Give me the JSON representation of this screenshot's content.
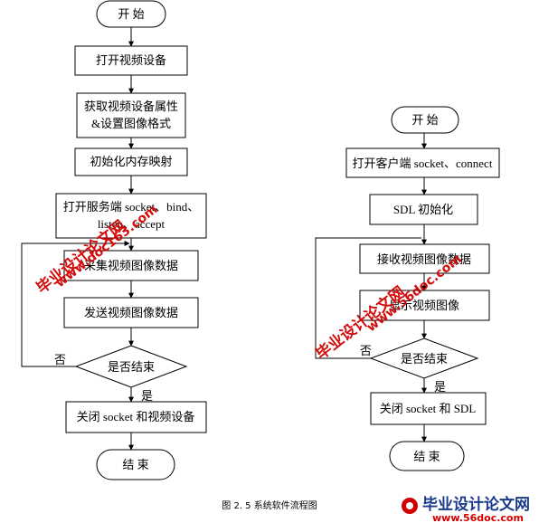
{
  "left_flow": {
    "start": "开 始",
    "open_device": "打开视频设备",
    "get_props_1": "获取视频设备属性",
    "get_props_2": "&设置图像格式",
    "mem_map": "初始化内存映射",
    "open_server_1": "打开服务端 socket、bind、",
    "open_server_2": "listen、accept",
    "capture": "采集视频图像数据",
    "send": "发送视频图像数据",
    "is_end": "是否结束",
    "no": "否",
    "yes": "是",
    "close": "关闭 socket 和视频设备",
    "end": "结 束"
  },
  "right_flow": {
    "start": "开 始",
    "open_client": "打开客户端 socket、connect",
    "sdl_init": "SDL 初始化",
    "receive": "接收视频图像数据",
    "display": "显示视频图像",
    "is_end": "是否结束",
    "no": "否",
    "yes": "是",
    "close": "关闭 socket 和 SDL",
    "end": "结 束"
  },
  "caption": "图 2. 5  系统软件流程图",
  "watermarks": {
    "site_text": "毕业设计论文网",
    "site_url_1": "www.doc163.com",
    "site_url_2": "www.56doc.com",
    "logo_text": "毕业设计论文网",
    "logo_url": "www.56doc.com"
  },
  "colors": {
    "line": "#000000",
    "watermark_red": "#d10000",
    "watermark_blue": "#1b3a8c"
  }
}
